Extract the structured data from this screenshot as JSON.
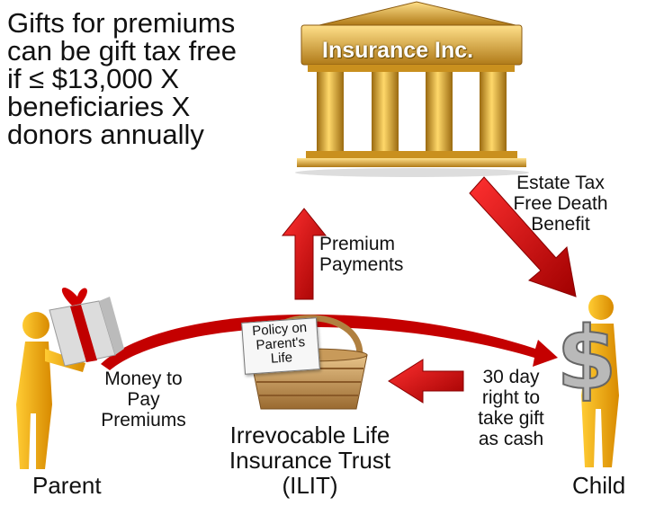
{
  "headline": "Gifts for premiums\ncan be gift tax free\nif ≤ $13,000 X\nbeneficiaries X\ndonors annually",
  "company_name": "Insurance Inc.",
  "arrows": {
    "premium_payments": "Premium\nPayments",
    "death_benefit": "Estate Tax\nFree Death\nBenefit",
    "money_to_pay": "Money to\nPay\nPremiums",
    "crummey_right": "30 day\nright to\ntake gift\nas cash"
  },
  "policy_card": "Policy on\nParent's\nLife",
  "trust_label": "Irrevocable Life\nInsurance Trust\n(ILIT)",
  "parent_label": "Parent",
  "child_label": "Child",
  "colors": {
    "arrow": "#cc0000",
    "gold": "#e0a020",
    "figure": "#f2a800",
    "gift_box": "#d8d8d8",
    "ribbon": "#c00000"
  }
}
